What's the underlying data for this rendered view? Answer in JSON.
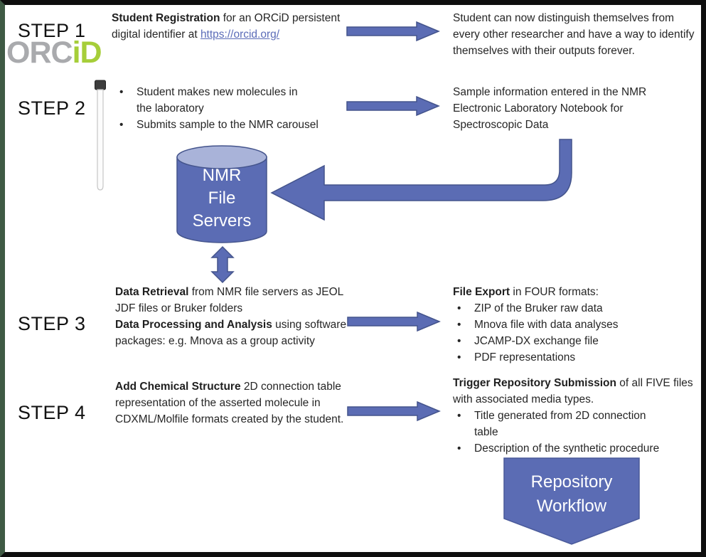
{
  "slide": {
    "step1": {
      "label": "STEP 1",
      "orcid_gray": "ORC",
      "orcid_green": "iD",
      "left_bold": "Student Registration",
      "left_text": " for an ORCiD persistent digital identifier at ",
      "left_link": "https://orcid.org/",
      "right_text": "Student can now distinguish themselves from every other researcher and have a way to identify themselves with their outputs forever."
    },
    "step2": {
      "label": "STEP 2",
      "bullets": [
        "Student makes new molecules in the laboratory",
        "Submits sample to the NMR carousel"
      ],
      "right_text": "Sample information entered in the NMR Electronic Laboratory Notebook for Spectroscopic Data"
    },
    "file_server": {
      "line1": "NMR",
      "line2": "File",
      "line3": "Servers"
    },
    "step3": {
      "label": "STEP 3",
      "left_bold1": "Data Retrieval",
      "left_text1": " from NMR file servers as JEOL JDF files or Bruker folders",
      "left_bold2": "Data Processing and Analysis",
      "left_text2": " using software packages: e.g. Mnova as a group activity",
      "right_bold": "File Export",
      "right_text": " in FOUR formats:",
      "right_bullets": [
        "ZIP of the Bruker raw data",
        "Mnova file with data analyses",
        "JCAMP-DX exchange file",
        "PDF representations"
      ]
    },
    "step4": {
      "label": "STEP 4",
      "left_bold": "Add Chemical Structure",
      "left_text": " 2D connection table representation of the asserted molecule in CDXML/Molfile formats created by the student.",
      "right_bold": "Trigger Repository Submission",
      "right_text": " of all FIVE files with associated media types.",
      "right_bullets": [
        "Title generated from 2D connection table",
        "Description of the synthetic procedure"
      ]
    },
    "banner": {
      "line1": "Repository",
      "line2": "Workflow"
    },
    "bullet_glyph": "•",
    "colors": {
      "arrow_fill": "#5b6cb4",
      "arrow_stroke": "#44548c",
      "cylinder_body": "#5b6cb4",
      "cylinder_top": "#a9b3d9",
      "orcid_gray": "#a9aaad",
      "orcid_green": "#a6ce39",
      "link_blue": "#5b6cb8"
    }
  }
}
